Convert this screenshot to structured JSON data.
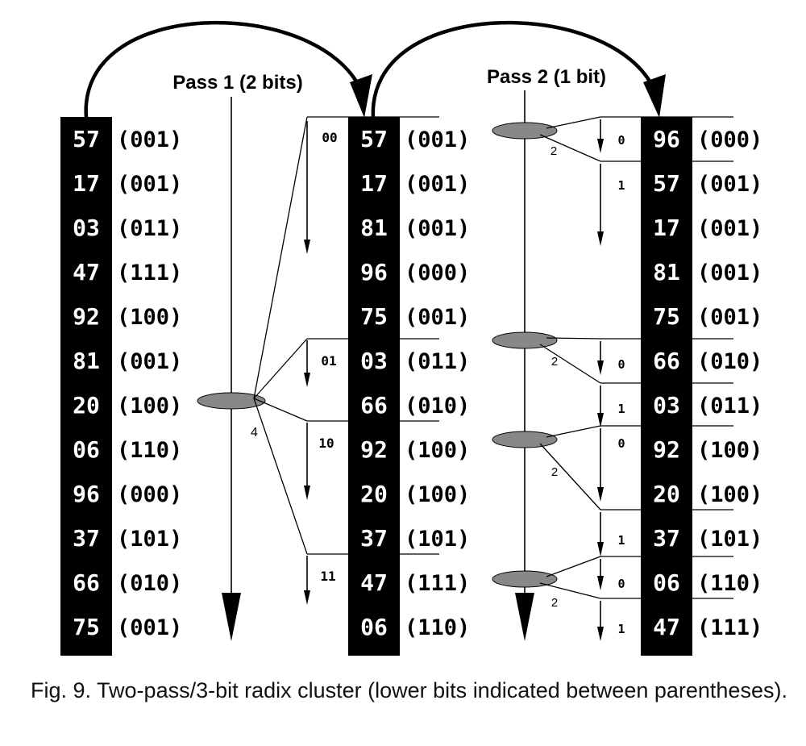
{
  "passes": [
    {
      "label": "Pass 1 (2 bits)"
    },
    {
      "label": "Pass 2 (1 bit)"
    }
  ],
  "columns": [
    {
      "name": "input",
      "rows": [
        {
          "value": "57",
          "bits": "(001)"
        },
        {
          "value": "17",
          "bits": "(001)"
        },
        {
          "value": "03",
          "bits": "(011)"
        },
        {
          "value": "47",
          "bits": "(111)"
        },
        {
          "value": "92",
          "bits": "(100)"
        },
        {
          "value": "81",
          "bits": "(001)"
        },
        {
          "value": "20",
          "bits": "(100)"
        },
        {
          "value": "06",
          "bits": "(110)"
        },
        {
          "value": "96",
          "bits": "(000)"
        },
        {
          "value": "37",
          "bits": "(101)"
        },
        {
          "value": "66",
          "bits": "(010)"
        },
        {
          "value": "75",
          "bits": "(001)"
        }
      ]
    },
    {
      "name": "after-pass-1",
      "rows": [
        {
          "value": "57",
          "bits": "(001)"
        },
        {
          "value": "17",
          "bits": "(001)"
        },
        {
          "value": "81",
          "bits": "(001)"
        },
        {
          "value": "96",
          "bits": "(000)"
        },
        {
          "value": "75",
          "bits": "(001)"
        },
        {
          "value": "03",
          "bits": "(011)"
        },
        {
          "value": "66",
          "bits": "(010)"
        },
        {
          "value": "92",
          "bits": "(100)"
        },
        {
          "value": "20",
          "bits": "(100)"
        },
        {
          "value": "37",
          "bits": "(101)"
        },
        {
          "value": "47",
          "bits": "(111)"
        },
        {
          "value": "06",
          "bits": "(110)"
        }
      ]
    },
    {
      "name": "after-pass-2",
      "rows": [
        {
          "value": "96",
          "bits": "(000)"
        },
        {
          "value": "57",
          "bits": "(001)"
        },
        {
          "value": "17",
          "bits": "(001)"
        },
        {
          "value": "81",
          "bits": "(001)"
        },
        {
          "value": "75",
          "bits": "(001)"
        },
        {
          "value": "66",
          "bits": "(010)"
        },
        {
          "value": "03",
          "bits": "(011)"
        },
        {
          "value": "92",
          "bits": "(100)"
        },
        {
          "value": "20",
          "bits": "(100)"
        },
        {
          "value": "37",
          "bits": "(101)"
        },
        {
          "value": "06",
          "bits": "(110)"
        },
        {
          "value": "47",
          "bits": "(111)"
        }
      ]
    }
  ],
  "pass1": {
    "fanout_count": "4",
    "bucket_labels": [
      "00",
      "01",
      "10",
      "11"
    ]
  },
  "pass2": {
    "fanout_count": "2",
    "bucket_labels": [
      "0",
      "1"
    ]
  },
  "caption": "Fig. 9. Two-pass/3-bit radix cluster (lower bits indicated between parentheses)."
}
